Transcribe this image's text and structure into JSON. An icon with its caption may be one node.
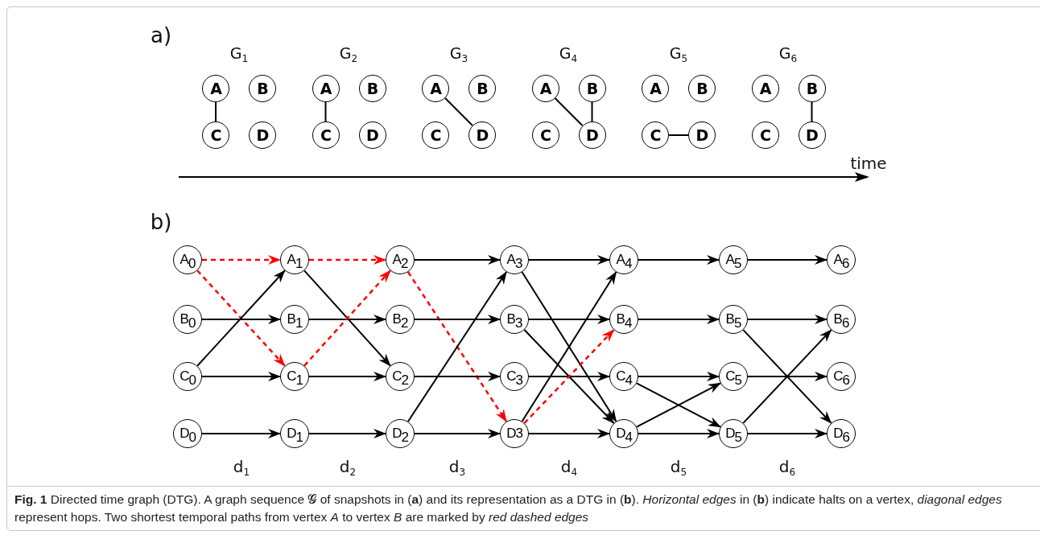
{
  "diagram": {
    "caption": "**Fig. 1** Directed time graph (DTG). A graph sequence 𝓖 of snapshots in (**a**) and its representation as a DTG in (**b**). *Horizontal edges* in (**b**) indicate halts on a vertex, *diagonal edges* represent hops. Two shortest temporal paths from vertex *A* to vertex *B* are marked by *red dashed edges*",
    "nodes": [
      {
        "text": [
          "A"
        ]
      },
      {
        "text": [
          "B"
        ]
      },
      {
        "text": [
          "C"
        ]
      },
      {
        "text": [
          "D"
        ]
      },
      {
        "text": [
          "A"
        ]
      },
      {
        "text": [
          "B"
        ]
      },
      {
        "text": [
          "C"
        ]
      },
      {
        "text": [
          "D"
        ]
      },
      {
        "text": [
          "A"
        ]
      },
      {
        "text": [
          "B"
        ]
      },
      {
        "text": [
          "C"
        ]
      },
      {
        "text": [
          "D"
        ]
      },
      {
        "text": [
          "A"
        ]
      },
      {
        "text": [
          "B"
        ]
      },
      {
        "text": [
          "C"
        ]
      },
      {
        "text": [
          "D"
        ]
      },
      {
        "text": [
          "A"
        ]
      },
      {
        "text": [
          "B"
        ]
      },
      {
        "text": [
          "C"
        ]
      },
      {
        "text": [
          "D"
        ]
      },
      {
        "text": [
          "A"
        ]
      },
      {
        "text": [
          "B"
        ]
      },
      {
        "text": [
          "C"
        ]
      },
      {
        "text": [
          "D"
        ]
      },
      {
        "text": [
          "A$_{0}$"
        ]
      },
      {
        "text": [
          "B$_{0}$"
        ]
      },
      {
        "text": [
          "C$_{0}$"
        ]
      },
      {
        "text": [
          "D$_{0}$"
        ]
      },
      {
        "text": [
          "A$_{1}$"
        ]
      },
      {
        "text": [
          "B$_{1}$"
        ]
      },
      {
        "text": [
          "C$_{1}$"
        ]
      },
      {
        "text": [
          "D$_{1}$"
        ]
      },
      {
        "text": [
          "A$_{2}$"
        ]
      },
      {
        "text": [
          "B$_{2}$"
        ]
      },
      {
        "text": [
          "C$_{2}$"
        ]
      },
      {
        "text": [
          "D$_{2}$"
        ]
      },
      {
        "text": [
          "A$_{3}$"
        ]
      },
      {
        "text": [
          "B$_{3}$"
        ]
      },
      {
        "text": [
          "C$_{3}$"
        ]
      },
      {
        "text": [
          "D3"
        ]
      },
      {
        "text": [
          "A$_{4}$"
        ]
      },
      {
        "text": [
          "B$_{4}$"
        ]
      },
      {
        "text": [
          "C$_{4}$"
        ]
      },
      {
        "text": [
          "D$_{4}$"
        ]
      },
      {
        "text": [
          "A$_{5}$"
        ]
      },
      {
        "text": [
          "B$_{5}$"
        ]
      },
      {
        "text": [
          "C$_{5}$"
        ]
      },
      {
        "text": [
          "D$_{5}$"
        ]
      },
      {
        "text": [
          "A$_{6}$"
        ]
      },
      {
        "text": [
          "B$_{6}$"
        ]
      },
      {
        "text": [
          "C$_{6}$"
        ]
      },
      {
        "text": [
          "D$_{6}$"
        ]
      }
    ],
    "edges": [
      {
        "from": 0,
        "to": 2,
        "arrow": "none"
      },
      {
        "from": 4,
        "to": 6,
        "arrow": "none"
      },
      {
        "from": 8,
        "to": 11,
        "arrow": "none"
      },
      {
        "from": 12,
        "to": 15,
        "arrow": "none"
      },
      {
        "from": 13,
        "to": 15,
        "arrow": "none"
      },
      {
        "from": 18,
        "to": 19,
        "arrow": "none"
      },
      {
        "from": 21,
        "to": 23,
        "arrow": "none"
      },
      {
        "from": 24,
        "to": 28,
        "arrow": "to",
        "style": "dashed",
        "color": "#ff0000"
      },
      {
        "from": 24,
        "to": 30,
        "arrow": "to",
        "style": "dashed",
        "color": "#ff0000"
      },
      {
        "from": 25,
        "to": 29,
        "arrow": "to"
      },
      {
        "from": 26,
        "to": 28,
        "arrow": "to"
      },
      {
        "from": 26,
        "to": 30,
        "arrow": "to"
      },
      {
        "from": 27,
        "to": 31,
        "arrow": "to"
      },
      {
        "from": 28,
        "to": 32,
        "arrow": "to",
        "style": "dashed",
        "color": "#ff0000"
      },
      {
        "from": 28,
        "to": 34,
        "arrow": "to"
      },
      {
        "from": 29,
        "to": 33,
        "arrow": "to"
      },
      {
        "from": 30,
        "to": 32,
        "arrow": "to",
        "style": "dashed",
        "color": "#ff0000"
      },
      {
        "from": 30,
        "to": 34,
        "arrow": "to"
      },
      {
        "from": 31,
        "to": 35,
        "arrow": "to"
      },
      {
        "from": 32,
        "to": 36,
        "arrow": "to"
      },
      {
        "from": 32,
        "to": 39,
        "arrow": "to",
        "style": "dashed",
        "color": "#ff0000"
      },
      {
        "from": 33,
        "to": 37,
        "arrow": "to"
      },
      {
        "from": 34,
        "to": 38,
        "arrow": "to"
      },
      {
        "from": 35,
        "to": 36,
        "arrow": "to"
      },
      {
        "from": 35,
        "to": 39,
        "arrow": "to"
      },
      {
        "from": 36,
        "to": 40,
        "arrow": "to"
      },
      {
        "from": 36,
        "to": 43,
        "arrow": "to"
      },
      {
        "from": 37,
        "to": 41,
        "arrow": "to"
      },
      {
        "from": 37,
        "to": 43,
        "arrow": "to"
      },
      {
        "from": 38,
        "to": 42,
        "arrow": "to"
      },
      {
        "from": 39,
        "to": 40,
        "arrow": "to"
      },
      {
        "from": 39,
        "to": 41,
        "arrow": "to",
        "style": "dashed",
        "color": "#ff0000"
      },
      {
        "from": 39,
        "to": 43,
        "arrow": "to"
      },
      {
        "from": 40,
        "to": 44,
        "arrow": "to"
      },
      {
        "from": 41,
        "to": 45,
        "arrow": "to"
      },
      {
        "from": 42,
        "to": 46,
        "arrow": "to"
      },
      {
        "from": 42,
        "to": 47,
        "arrow": "to"
      },
      {
        "from": 43,
        "to": 46,
        "arrow": "to"
      },
      {
        "from": 43,
        "to": 47,
        "arrow": "to"
      },
      {
        "from": 44,
        "to": 48,
        "arrow": "to"
      },
      {
        "from": 45,
        "to": 49,
        "arrow": "to"
      },
      {
        "from": 45,
        "to": 51,
        "arrow": "to"
      },
      {
        "from": 46,
        "to": 50,
        "arrow": "to"
      },
      {
        "from": 47,
        "to": 49,
        "arrow": "to"
      },
      {
        "from": 47,
        "to": 51,
        "arrow": "to"
      }
    ],
    "labels": [
      "a)",
      "G$_{1}$",
      "G$_{2}$",
      "G$_{3}$",
      "G$_{4}$",
      "G$_{5}$",
      "G$_{6}$",
      "time",
      "b)",
      "d$_{1}$",
      "d$_{2}$",
      "d$_{3}$",
      "d$_{4}$",
      "d$_{5}$",
      "d$_{6}$"
    ]
  }
}
